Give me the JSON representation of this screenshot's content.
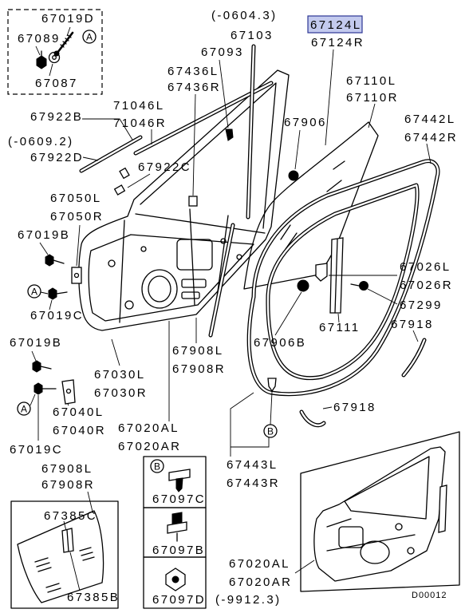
{
  "highlighted_label": "67124L",
  "callouts": [
    "67019D",
    "67089",
    "67087",
    "(-0604.3)",
    "67103",
    "67124R",
    "67093",
    "67436L",
    "67436R",
    "71046L",
    "71046R",
    "67922B",
    "(-0609.2)",
    "67922D",
    "67922C",
    "67906",
    "67110L",
    "67110R",
    "67442L",
    "67442R",
    "67050L",
    "67050R",
    "67019B",
    "67019C",
    "67026L",
    "67026R",
    "67299",
    "67111",
    "67918",
    "67906B",
    "67908L",
    "67908R",
    "67019B",
    "67030L",
    "67030R",
    "67040L",
    "67040R",
    "67019C",
    "67020AL",
    "67020AR",
    "67918",
    "67443L",
    "67443R",
    "67908L",
    "67908R",
    "67385C",
    "67385B",
    "67097C",
    "67097B",
    "67097D",
    "67020AL",
    "67020AR",
    "(-9912.3)"
  ],
  "markers": {
    "a": "A",
    "b": "B"
  },
  "diagram_code": "D00012",
  "colors": {
    "highlight_fill": "#c3caee",
    "highlight_border": "#2c3694"
  }
}
